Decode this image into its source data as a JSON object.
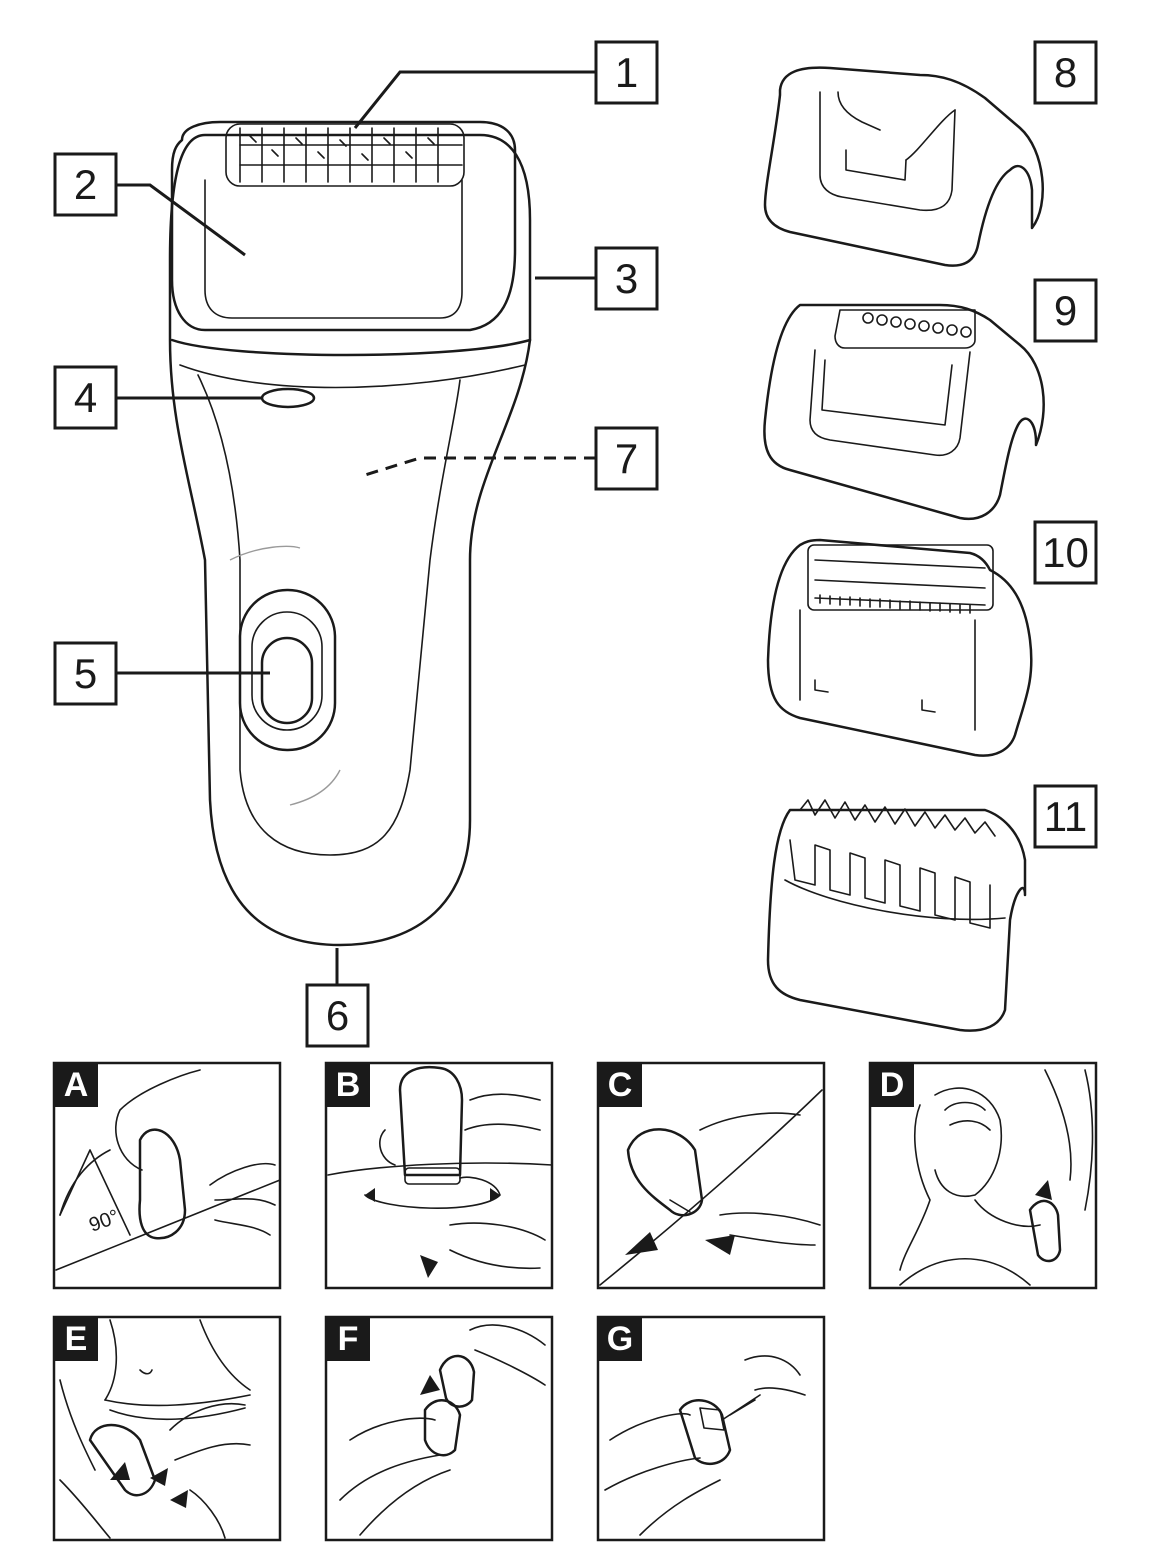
{
  "part_labels": [
    "1",
    "2",
    "3",
    "4",
    "5",
    "6",
    "7",
    "8",
    "9",
    "10",
    "11"
  ],
  "panel_labels": [
    "A",
    "B",
    "C",
    "D",
    "E",
    "F",
    "G"
  ],
  "angle_label": "90°",
  "colors": {
    "ink": "#1a1a1a",
    "paper": "#ffffff"
  },
  "icons": [
    "epilator-device-icon",
    "sensitive-cap-icon",
    "massage-cap-icon",
    "shaver-head-icon",
    "trimmer-comb-icon"
  ]
}
